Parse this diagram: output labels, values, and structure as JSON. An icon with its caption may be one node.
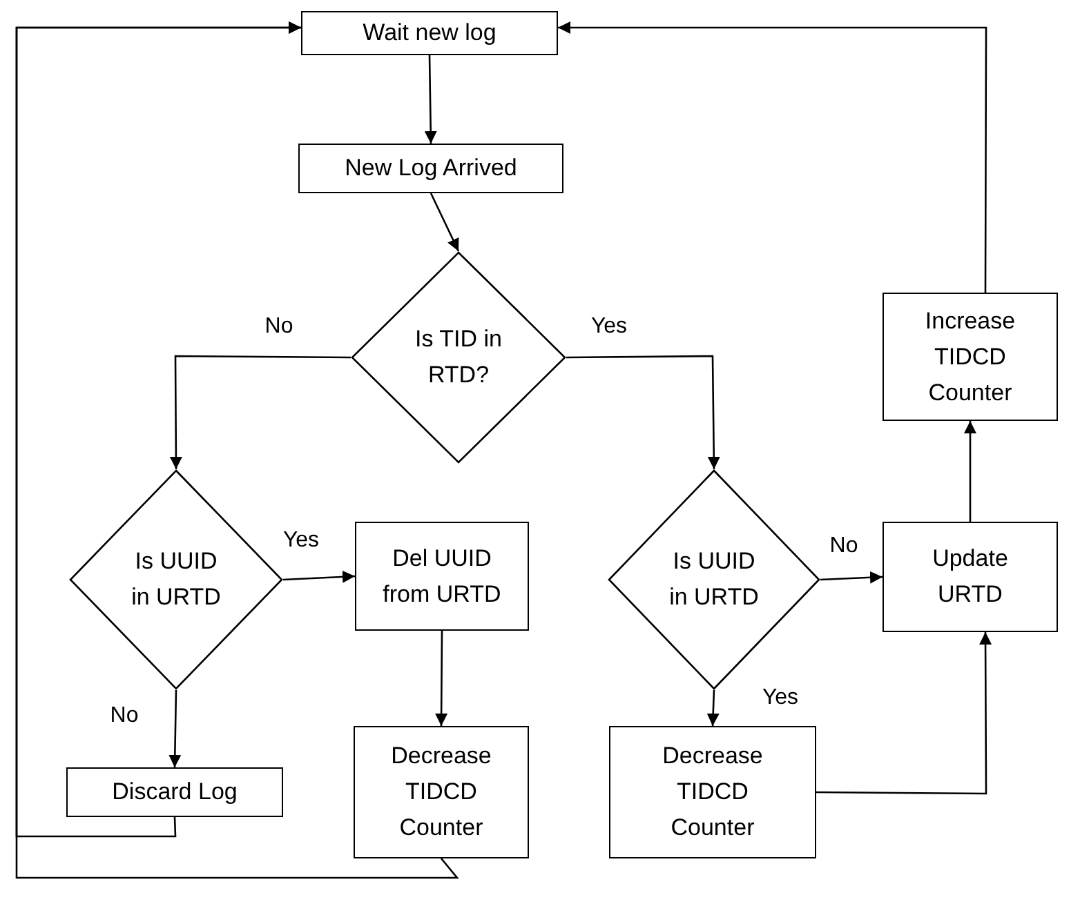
{
  "diagram": {
    "nodes": [
      {
        "text": [
          "Wait new log"
        ]
      },
      {
        "text": [
          "New Log Arrived"
        ]
      },
      {
        "text": [
          "Is TID in RTD?"
        ]
      },
      {
        "text": [
          "Is UUID in URTD"
        ]
      },
      {
        "text": [
          "Del UUID from URTD"
        ]
      },
      {
        "text": [
          "Discard Log"
        ]
      },
      {
        "text": [
          "Decrease TIDCD Counter"
        ]
      },
      {
        "text": [
          "Is UUID in URTD"
        ]
      },
      {
        "text": [
          "Update URTD"
        ]
      },
      {
        "text": [
          "Decrease TIDCD Counter"
        ]
      },
      {
        "text": [
          "Increase TIDCD Counter"
        ]
      }
    ],
    "edges": [
      {
        "from": 0,
        "to": 1,
        "arrow": "to"
      },
      {
        "from": 1,
        "to": 2,
        "arrow": "to"
      },
      {
        "from": 2,
        "to": 3,
        "arrow": "to",
        "label": "No"
      },
      {
        "from": 2,
        "to": 7,
        "arrow": "to",
        "label": "Yes"
      },
      {
        "from": 3,
        "to": 4,
        "arrow": "to",
        "label": "Yes"
      },
      {
        "from": 3,
        "to": 5,
        "arrow": "to",
        "label": "No"
      },
      {
        "from": 4,
        "to": 6,
        "arrow": "to"
      },
      {
        "from": 7,
        "to": 8,
        "arrow": "to",
        "label": "No"
      },
      {
        "from": 7,
        "to": 9,
        "arrow": "to",
        "label": "Yes"
      },
      {
        "from": 9,
        "to": 8,
        "arrow": "to"
      },
      {
        "from": 8,
        "to": 10,
        "arrow": "to"
      },
      {
        "from": 10,
        "to": 0,
        "arrow": "to"
      },
      {
        "from": 5,
        "to": 0,
        "arrow": "to"
      },
      {
        "from": 6,
        "to": 0,
        "arrow": "to"
      }
    ]
  }
}
